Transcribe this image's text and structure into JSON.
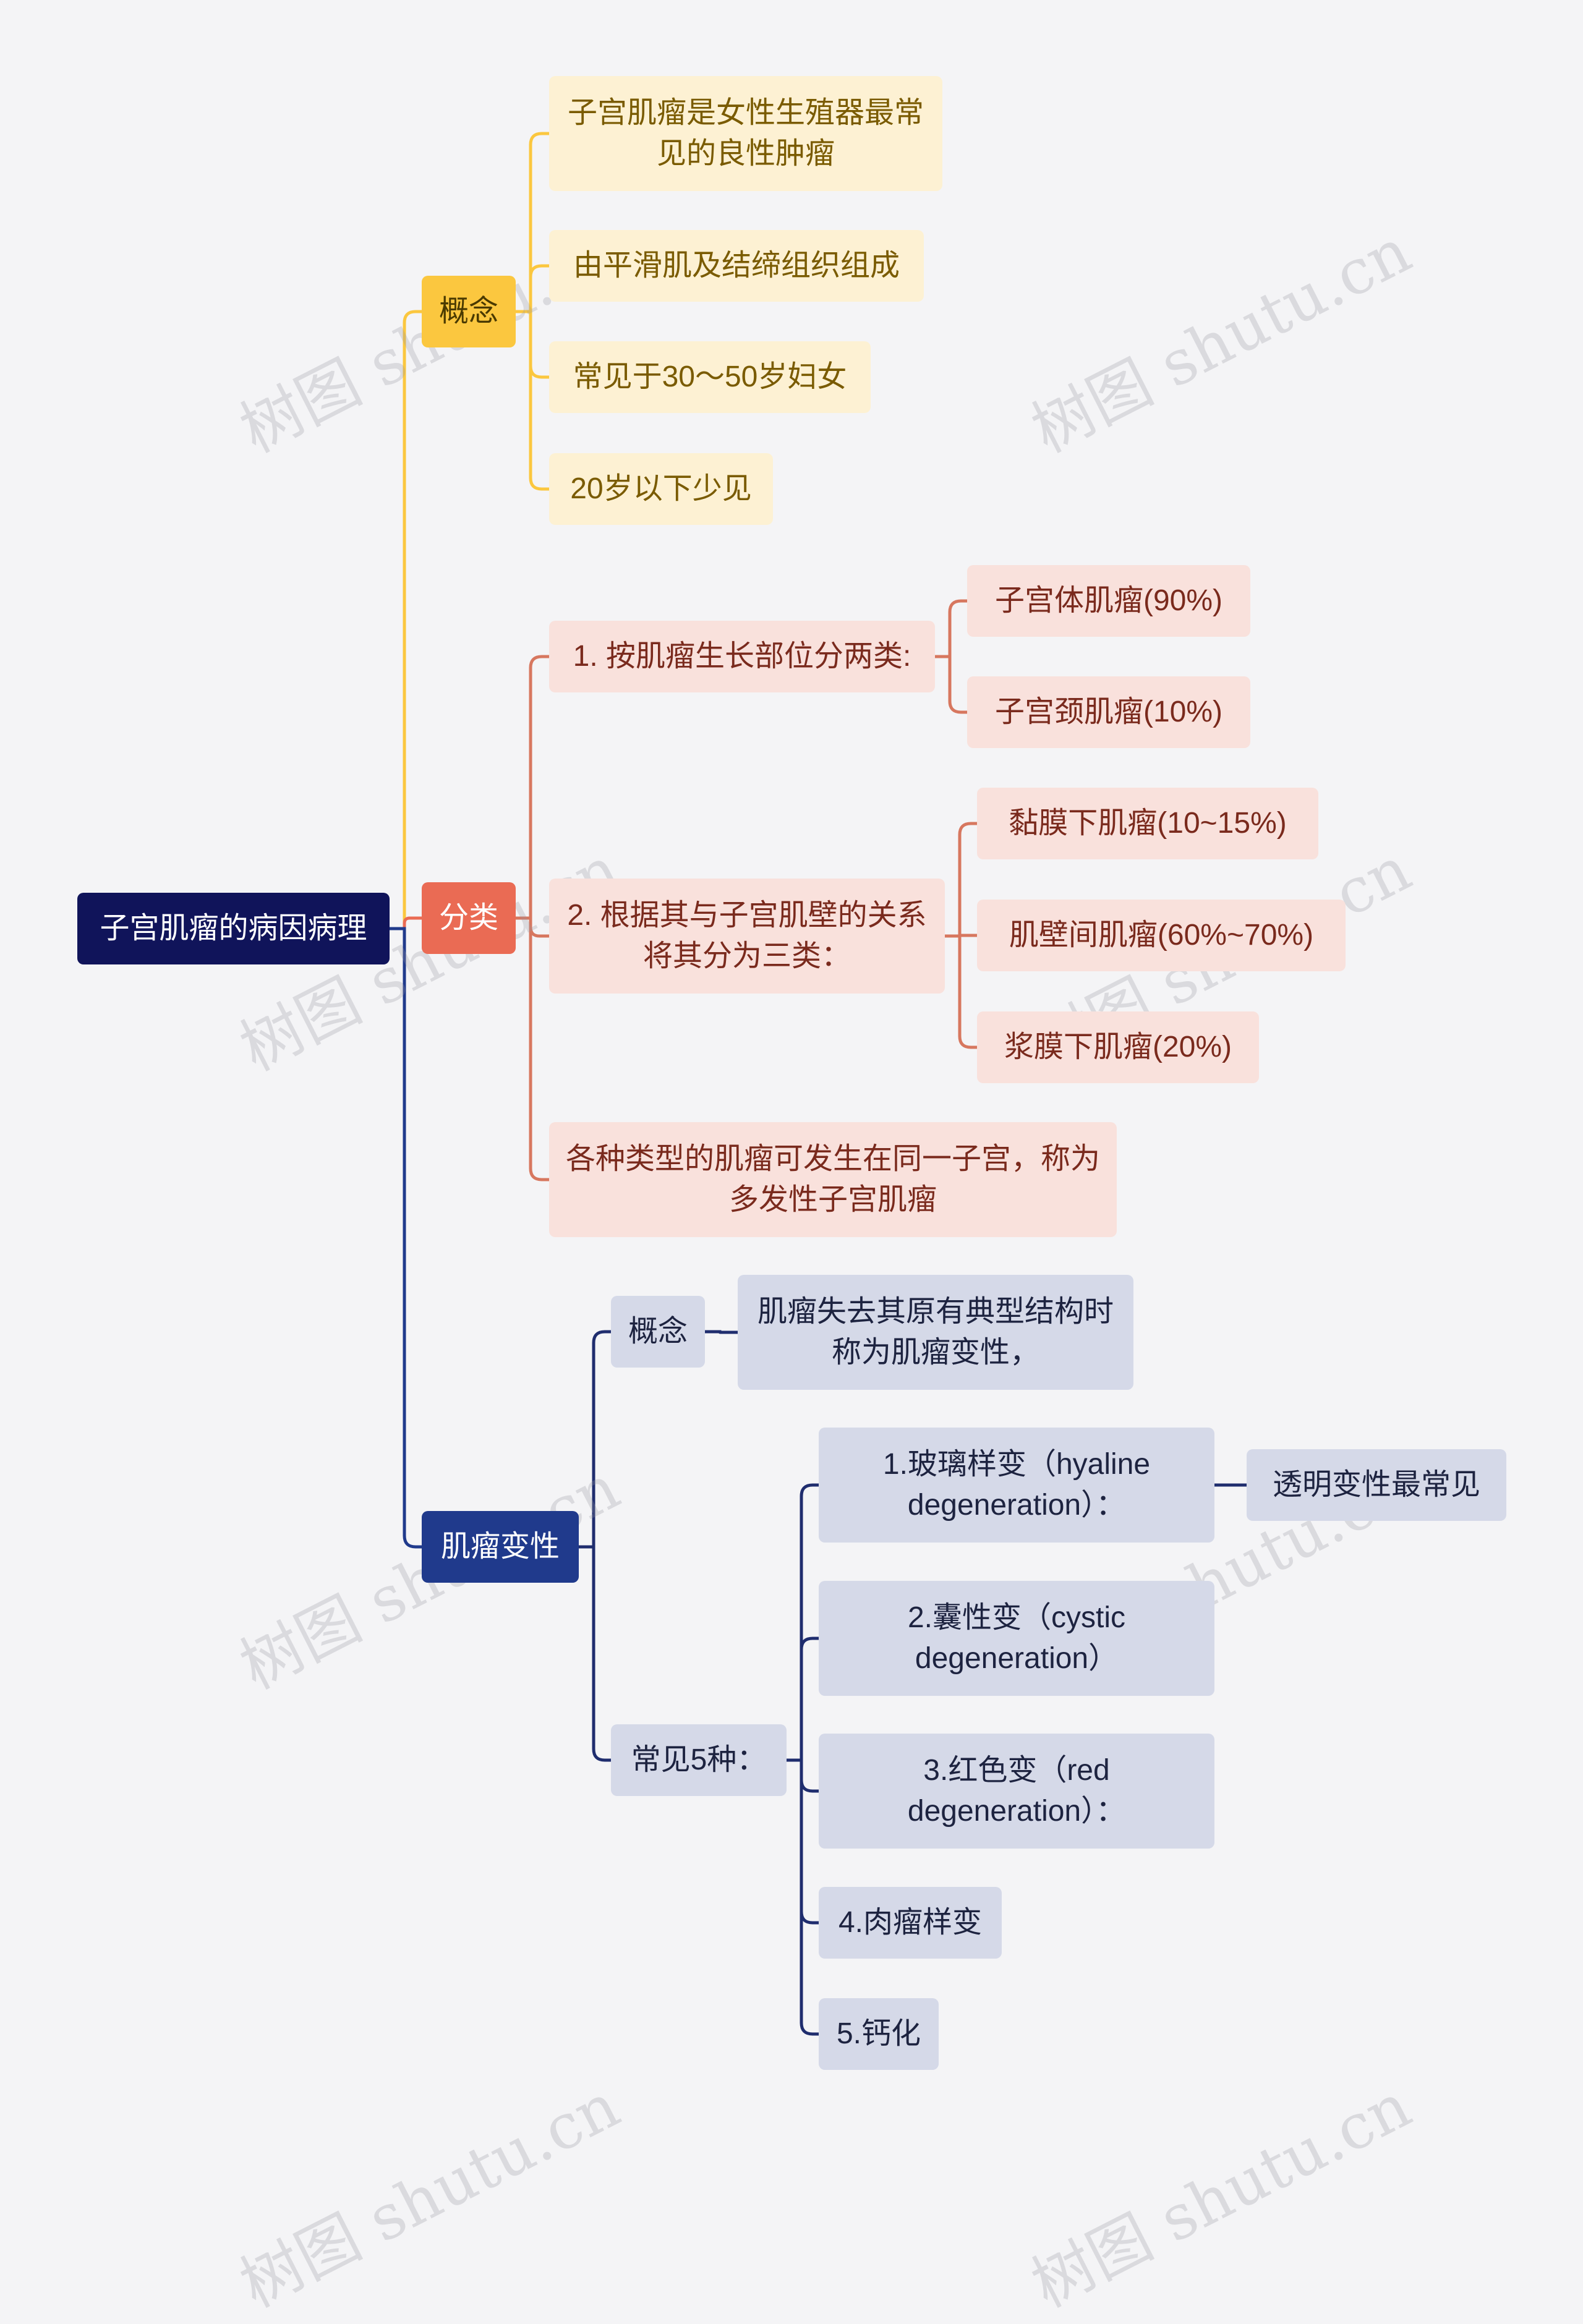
{
  "root": "子宫肌瘤的病因病理",
  "concept": {
    "label": "概念",
    "items": [
      "子宫肌瘤是女性生殖器最常见的良性肿瘤",
      "由平滑肌及结缔组织组成",
      "常见于30～50岁妇女",
      "20岁以下少见"
    ]
  },
  "classify": {
    "label": "分类",
    "by_location": {
      "label": "1. 按肌瘤生长部位分两类:",
      "items": [
        "子宫体肌瘤(90%)",
        "子宫颈肌瘤(10%)"
      ]
    },
    "by_wall": {
      "label": "2. 根据其与子宫肌壁的关系将其分为三类：",
      "items": [
        "黏膜下肌瘤(10~15%)",
        "肌壁间肌瘤(60%~70%)",
        "浆膜下肌瘤(20%)"
      ]
    },
    "multiple": "各种类型的肌瘤可发生在同一子宫，称为多发性子宫肌瘤"
  },
  "degeneration": {
    "label": "肌瘤变性",
    "concept_label": "概念",
    "concept_text": "肌瘤失去其原有典型结构时称为肌瘤变性，",
    "common_label": "常见5种：",
    "types": [
      "1.玻璃样变（hyaline degeneration）：",
      "2.囊性变（cystic degeneration）",
      "3.红色变（red degeneration）：",
      "4.肉瘤样变",
      "5.钙化"
    ],
    "hyaline_note": "透明变性最常见"
  },
  "watermark": "树图 shutu.cn",
  "colors": {
    "yellow": "#fbc73f",
    "red": "#ea6b54",
    "blue": "#203a8c"
  }
}
